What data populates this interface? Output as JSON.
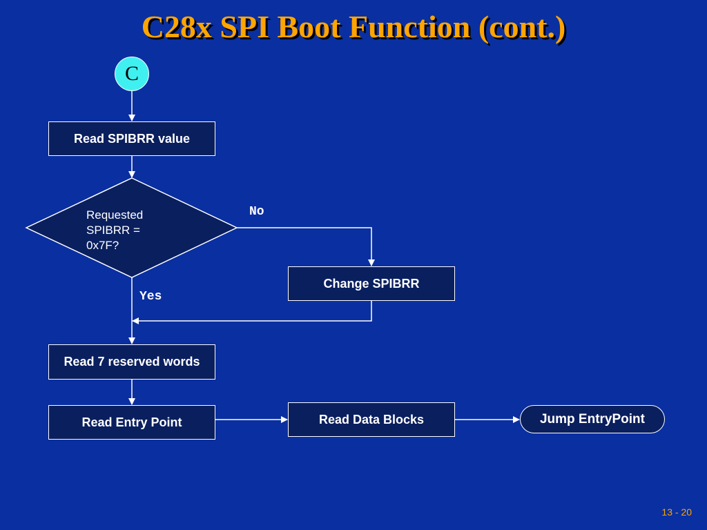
{
  "slide": {
    "title": "C28x SPI Boot Function (cont.)",
    "page_number": "13 - 20"
  },
  "flowchart": {
    "connector": "C",
    "read_spibrr": "Read SPIBRR value",
    "decision": "Requested\nSPIBRR =\n0x7F?",
    "no_label": "No",
    "yes_label": "Yes",
    "change_spibrr": "Change SPIBRR",
    "read_reserved": "Read 7 reserved words",
    "read_entry": "Read Entry Point",
    "read_data": "Read Data Blocks",
    "jump_entry": "Jump EntryPoint"
  },
  "colors": {
    "background": "#0a2fa0",
    "title": "#ffa500",
    "box_fill": "#0a1f5e",
    "connector_fill": "#40f0f0"
  }
}
